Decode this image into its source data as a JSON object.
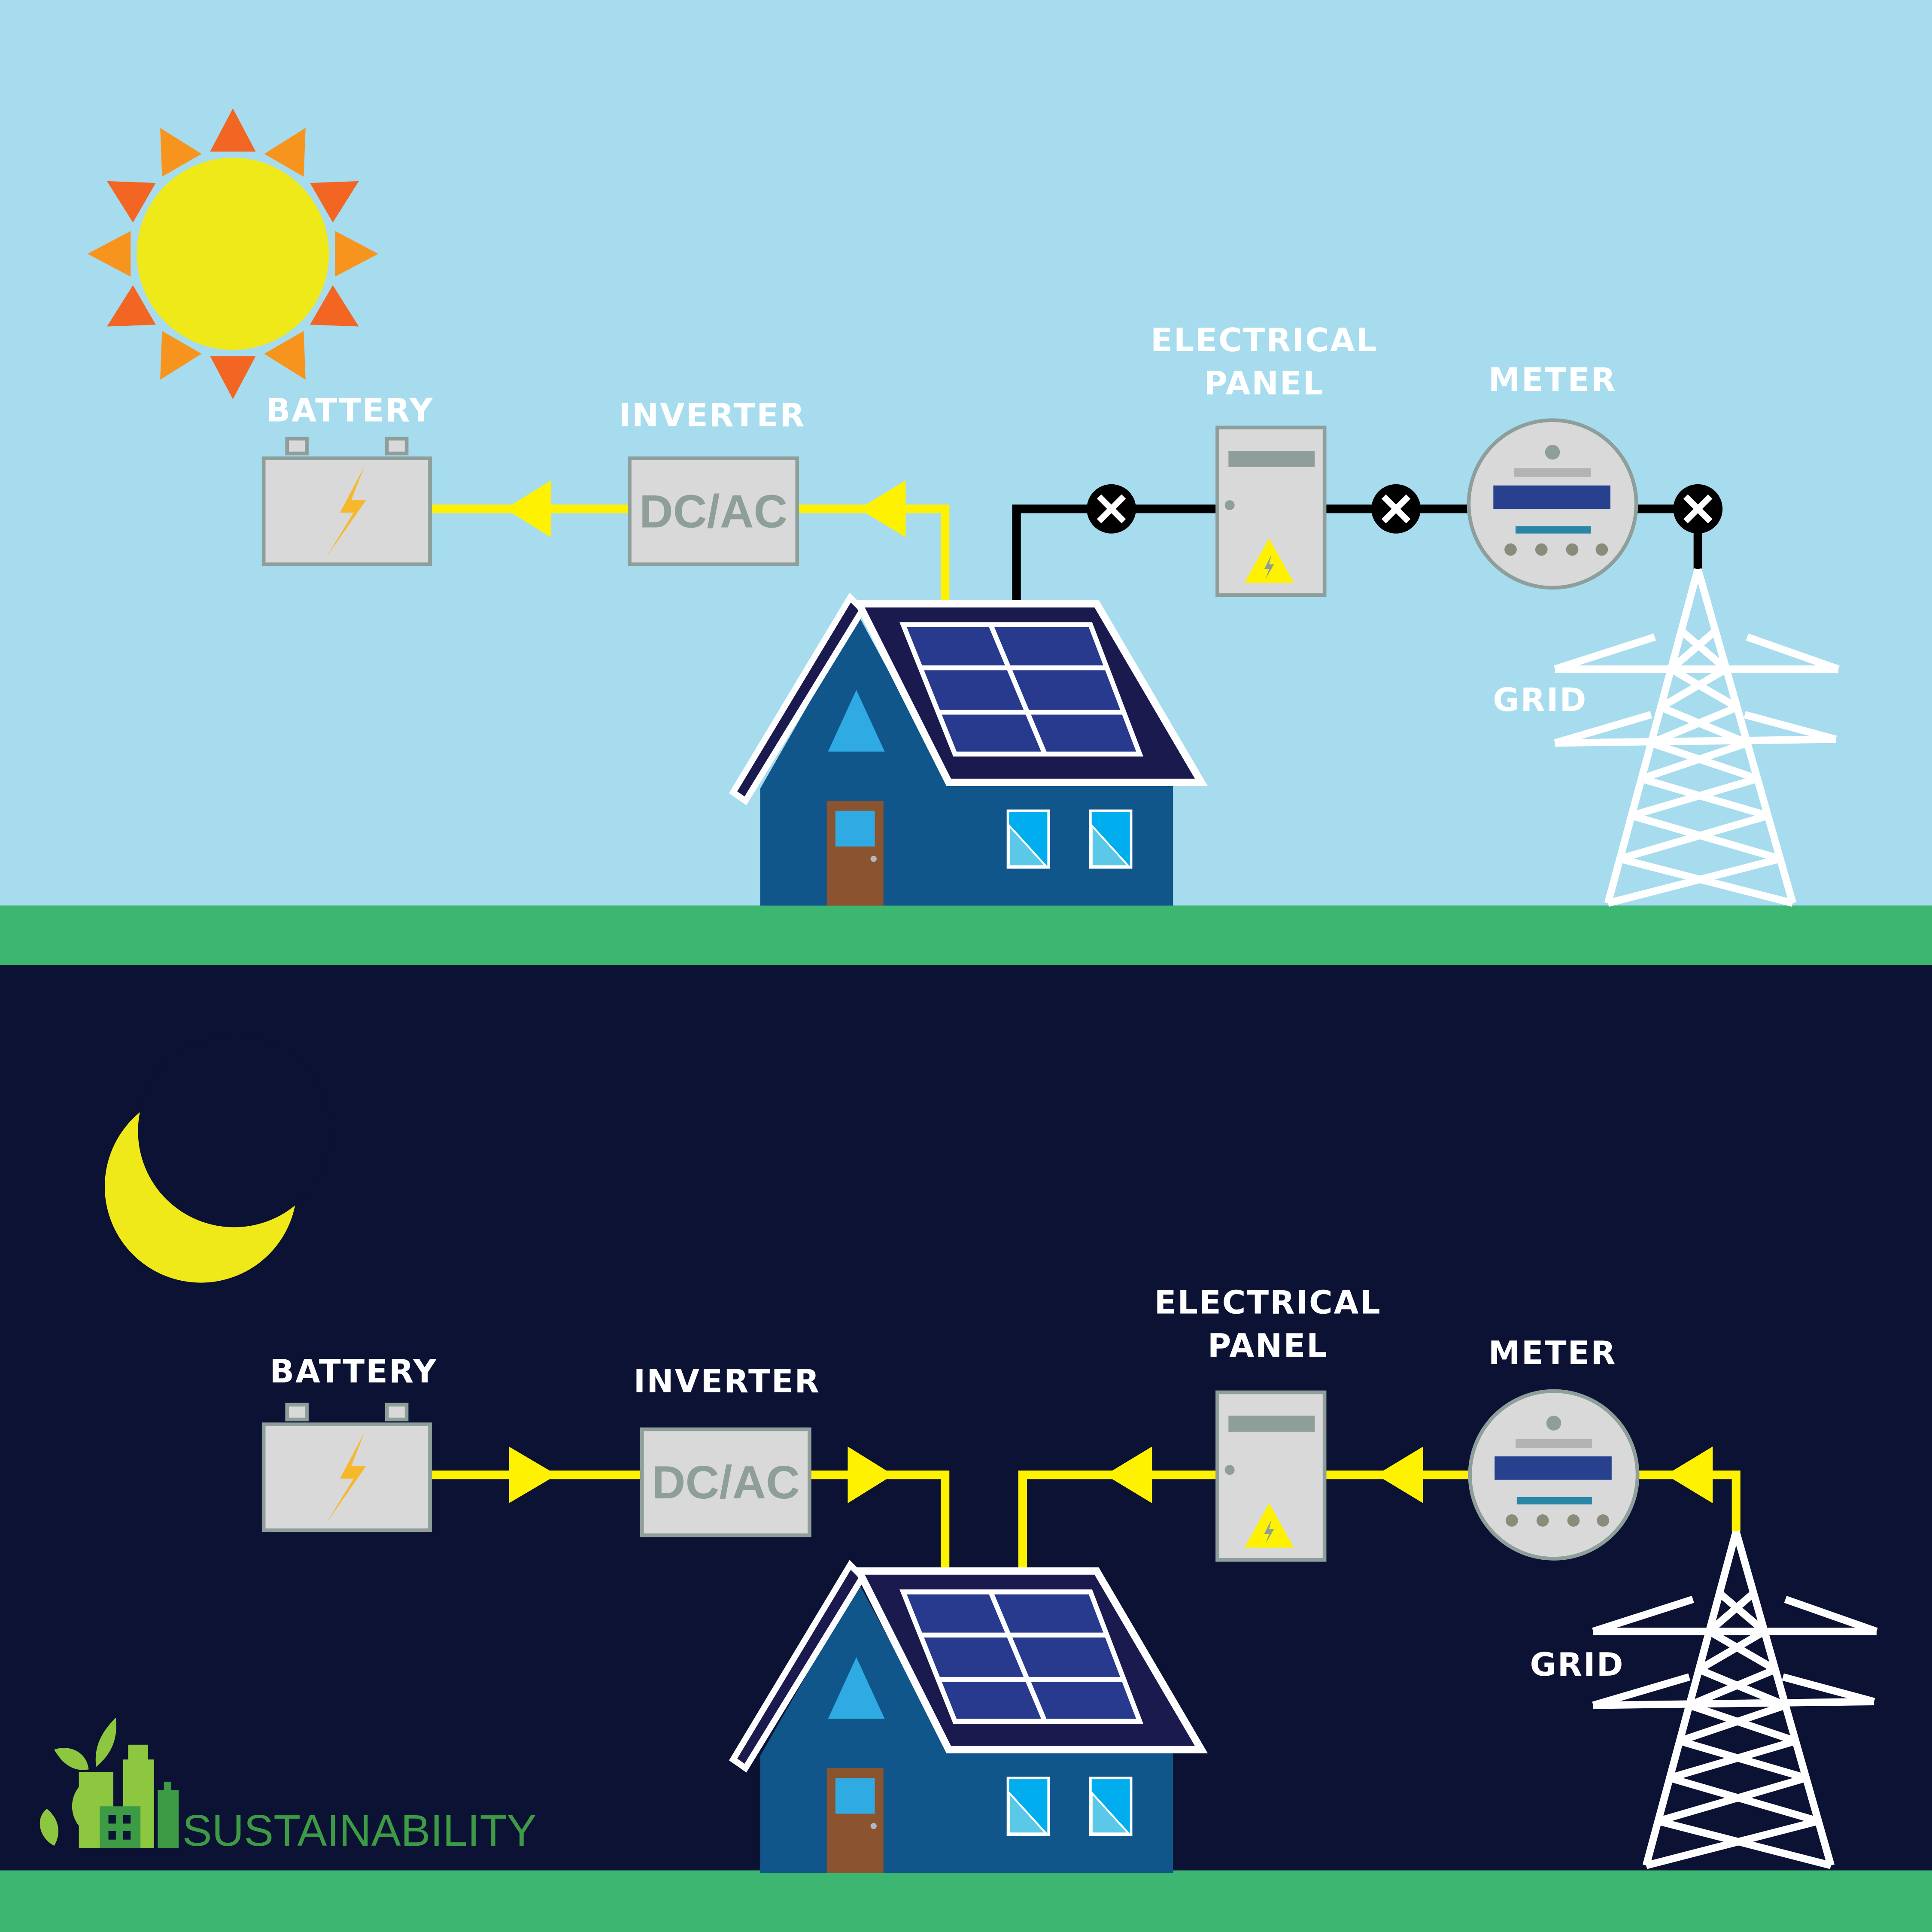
{
  "colors": {
    "sky": "#a6dcee",
    "night": "#0b1233",
    "ground": "#3cb671",
    "wire": "#fff200",
    "sun": "#f0e91a",
    "ray": "#f7941d"
  },
  "day": {
    "battery": "BATTERY",
    "inverter": "INVERTER",
    "inverter_text": "DC/AC",
    "panel_line1": "ELECTRICAL",
    "panel_line2": "PANEL",
    "meter": "METER",
    "grid": "GRID"
  },
  "night": {
    "battery": "BATTERY",
    "inverter": "INVERTER",
    "inverter_text": "DC/AC",
    "panel_line1": "ELECTRICAL",
    "panel_line2": "PANEL",
    "meter": "METER",
    "grid": "GRID"
  },
  "logo": {
    "text": "SUSTAINABILITY"
  }
}
